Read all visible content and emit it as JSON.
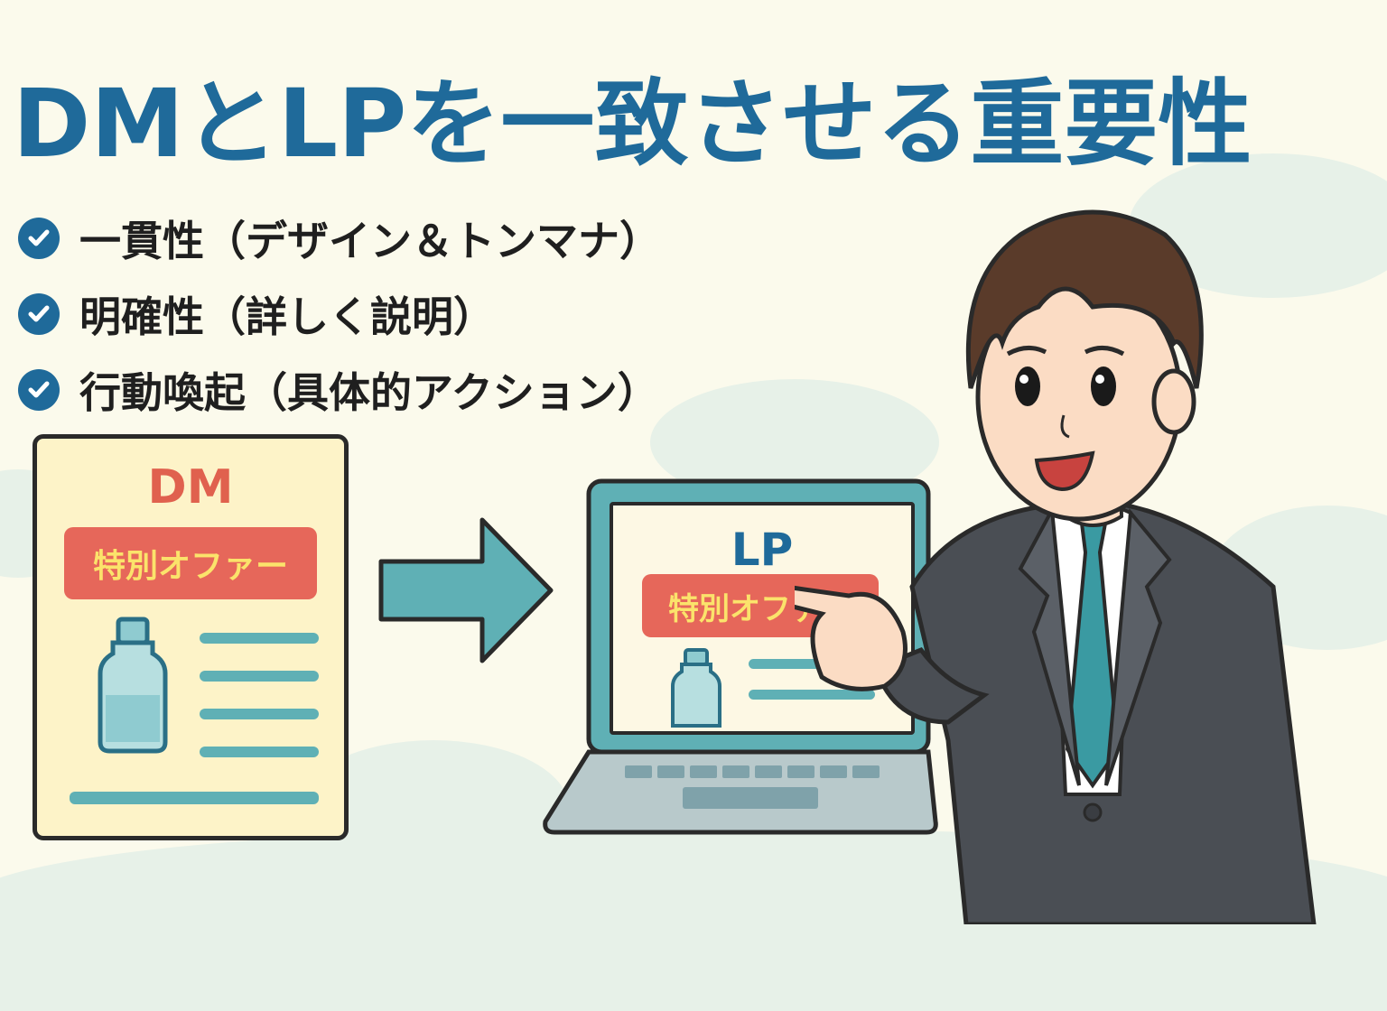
{
  "title": "DMとLPを一致させる重要性",
  "checklist": [
    {
      "icon": "check-circle-icon",
      "text": "一貫性（デザイン＆トンマナ）"
    },
    {
      "icon": "check-circle-icon",
      "text": "明確性（詳しく説明）"
    },
    {
      "icon": "check-circle-icon",
      "text": "行動喚起（具体的アクション）"
    }
  ],
  "dm_card": {
    "title": "DM",
    "offer": "特別オファー",
    "product_icon": "bottle-icon"
  },
  "arrow_icon": "arrow-right-icon",
  "laptop": {
    "screen_title": "LP",
    "offer": "特別オファー",
    "product_icon": "bottle-icon"
  },
  "presenter": "businessman-pointing-illustration",
  "colors": {
    "background": "#fbfaec",
    "title": "#1f6a9a",
    "dm_title": "#e0614e",
    "badge": "#e6675a",
    "badge_text": "#fbe36b",
    "accent_teal": "#5fb0b5"
  }
}
